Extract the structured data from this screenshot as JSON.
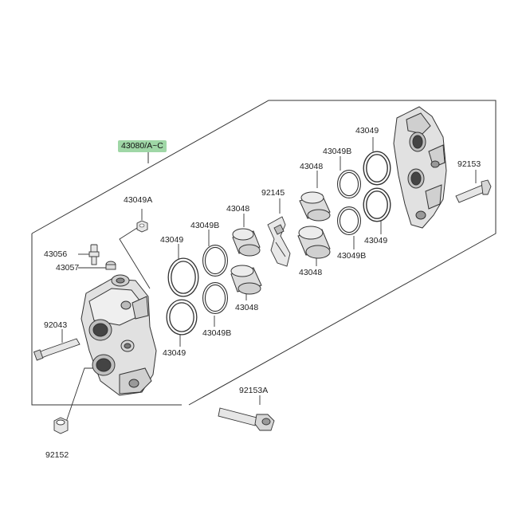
{
  "colors": {
    "highlight": "#9fd7a6",
    "line": "#333333",
    "part_fill": "#d9d9d9"
  },
  "assembly": {
    "label": "43080/A~C"
  },
  "parts": {
    "p43049a": "43049A",
    "p43056": "43056",
    "p43057": "43057",
    "p92043": "92043",
    "p92152": "92152",
    "p92153a": "92153A",
    "p92153": "92153",
    "p92145": "92145",
    "l43049_1": "43049",
    "l43049b_1": "43049B",
    "l43048_1": "43048",
    "l43049b_2": "43049B",
    "l43048_2": "43048",
    "l43049_2": "43049",
    "r43048_1": "43048",
    "r43049b_1": "43049B",
    "r43049_1": "43049",
    "r43048_2": "43048",
    "r43049b_2": "43049B",
    "r43049_2": "43049"
  }
}
